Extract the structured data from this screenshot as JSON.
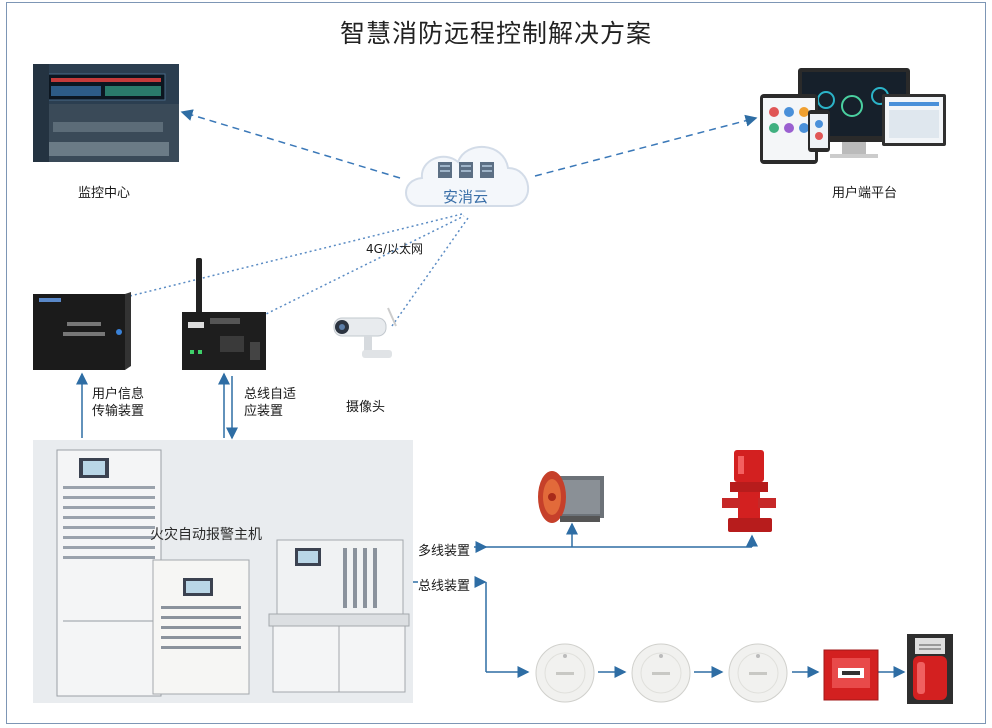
{
  "title": "智慧消防远程控制解决方案",
  "cloud": {
    "label": "安消云"
  },
  "nodes": {
    "monitor_center": "监控中心",
    "user_platform": "用户端平台",
    "network": "4G/以太网",
    "user_info_device": [
      "用户信息",
      "传输装置"
    ],
    "bus_adapter": [
      "总线自适",
      "应装置"
    ],
    "camera": "摄像头",
    "fire_alarm_host": "火灾自动报警主机",
    "multi_line": "多线装置",
    "bus_line": "总线装置"
  },
  "colors": {
    "line": "#2e6da4",
    "dotted": "#5b8cc4",
    "accent_red": "#d32020",
    "panel_bg": "#e9ecef"
  }
}
